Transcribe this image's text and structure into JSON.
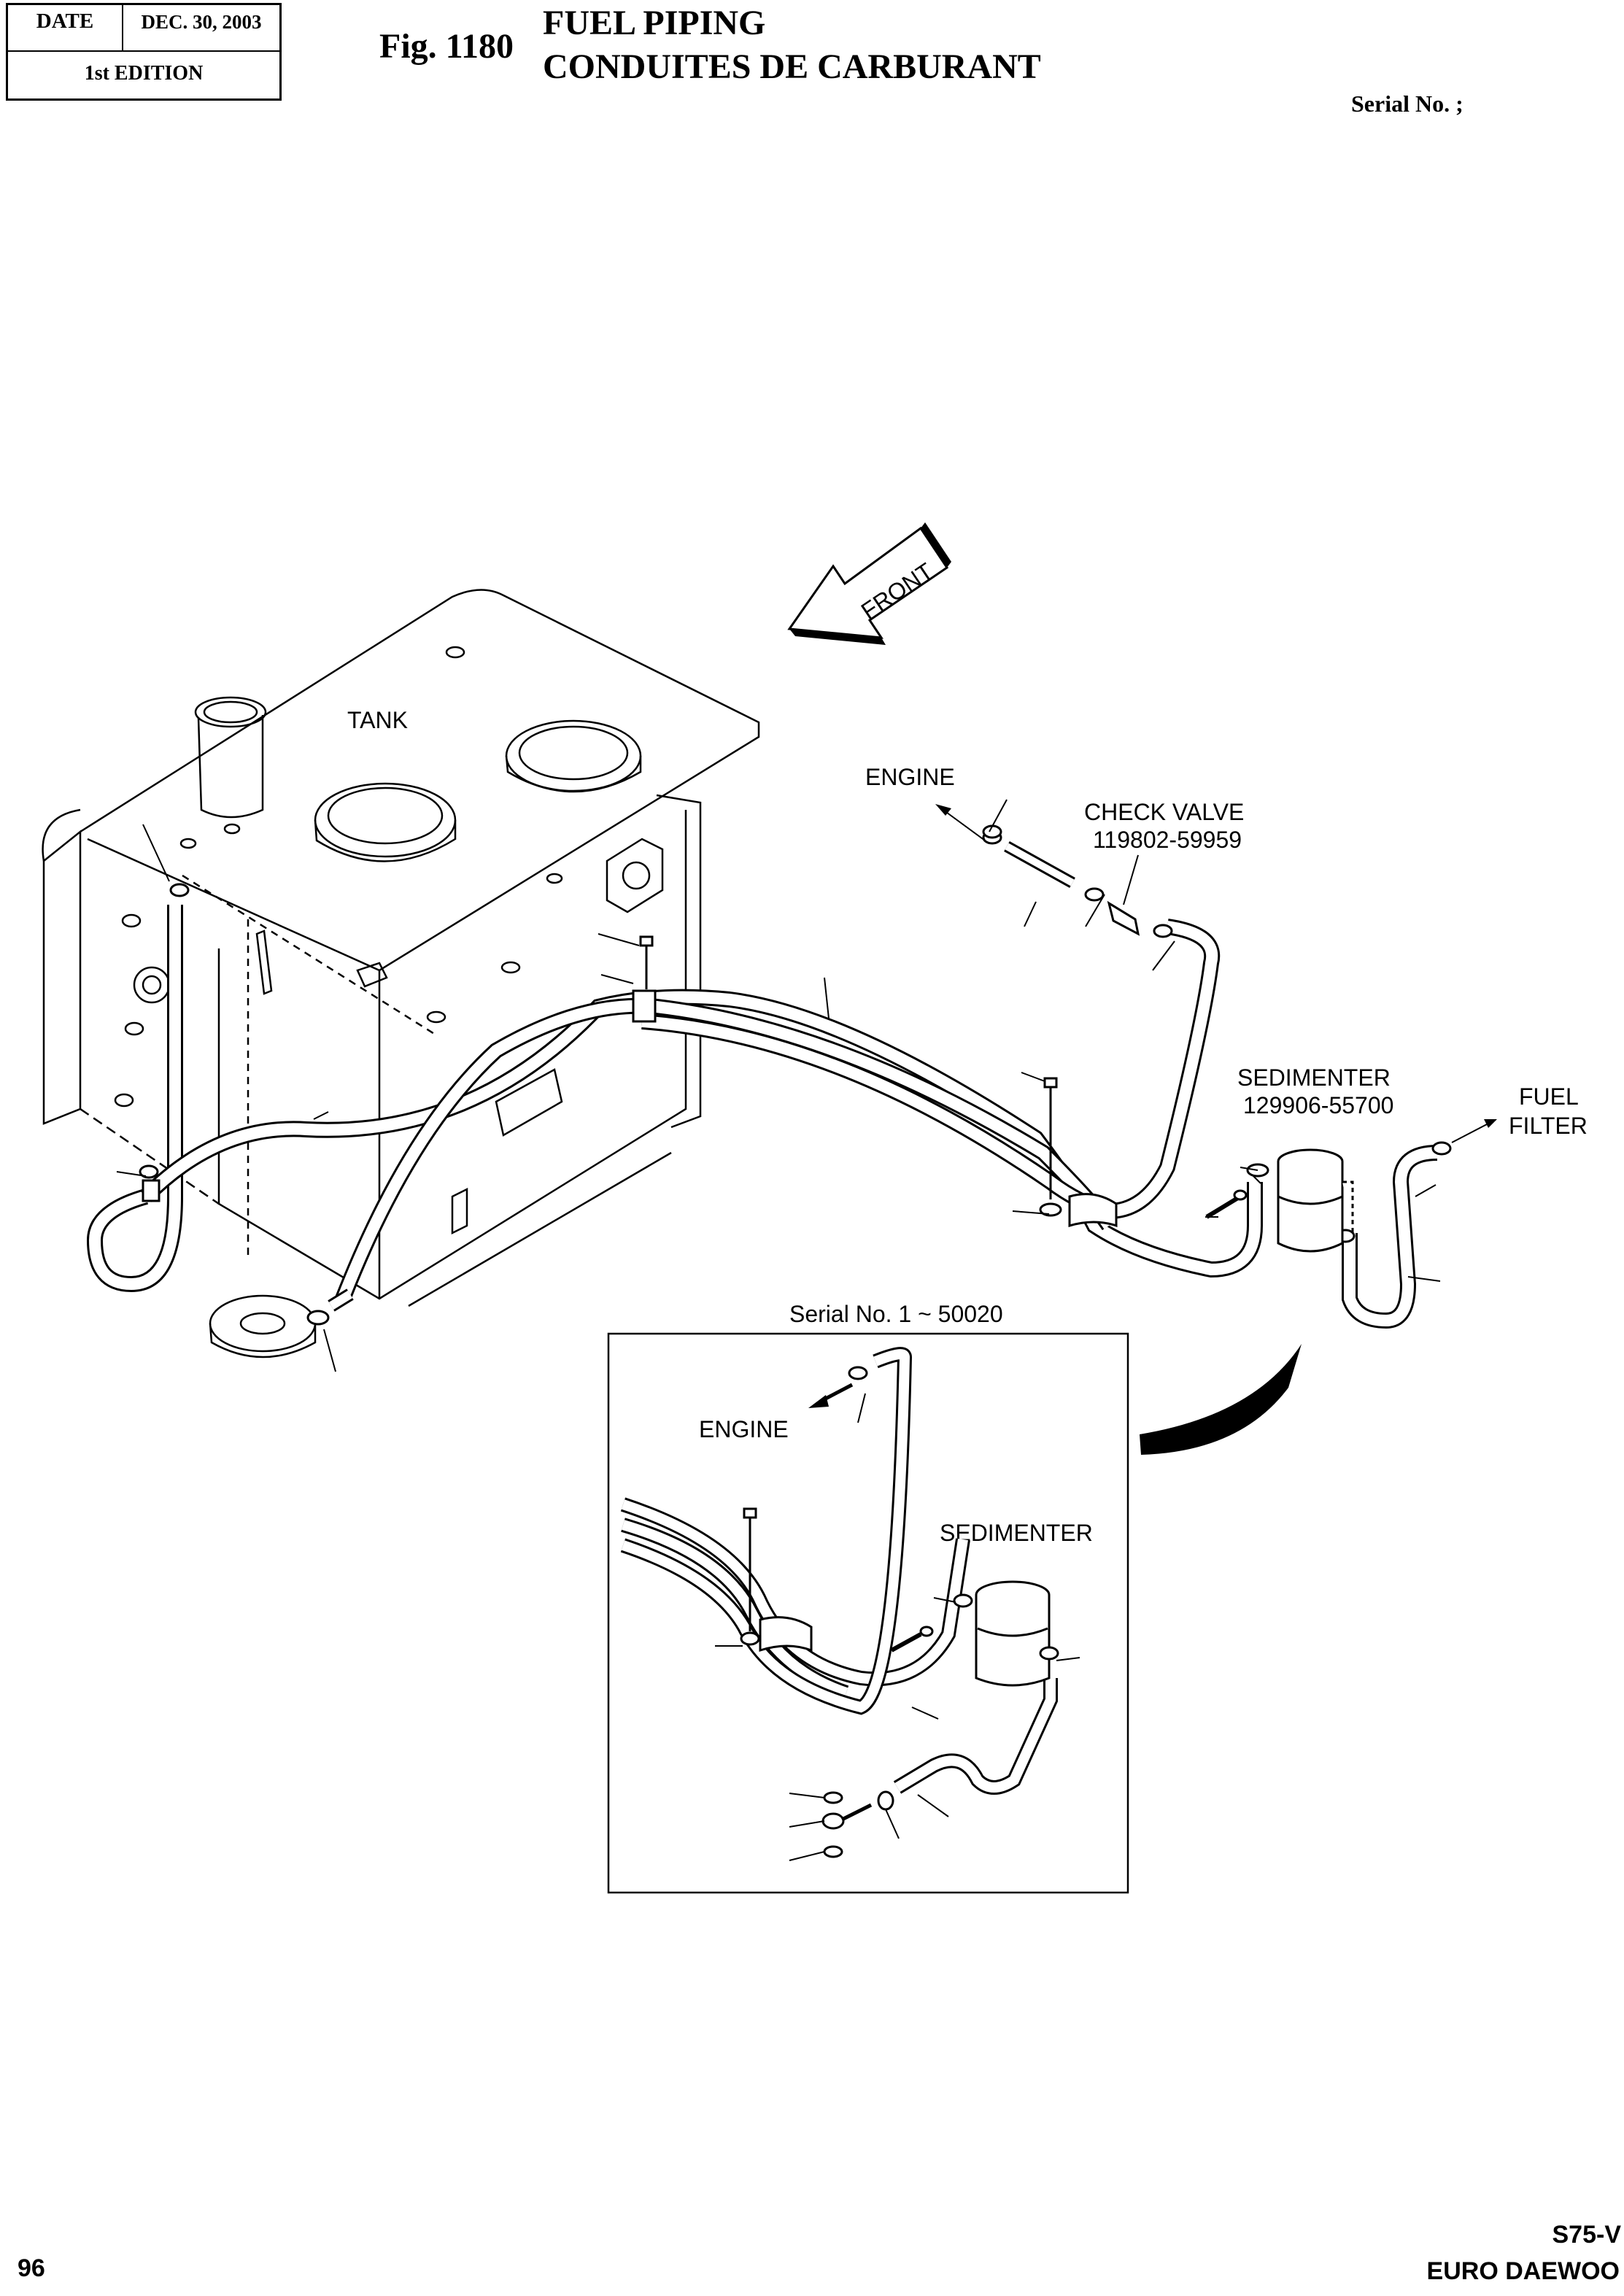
{
  "header": {
    "date_label": "DATE",
    "date_value": "DEC. 30, 2003",
    "edition": "1st EDITION",
    "figure": "Fig. 1180",
    "title_en": "FUEL PIPING",
    "title_fr": "CONDUITES DE CARBURANT",
    "serial": "Serial No. ;"
  },
  "diagram": {
    "front": "FRONT",
    "tank": "TANK",
    "engine": "ENGINE",
    "check_valve": "CHECK VALVE",
    "check_valve_part": "119802-59959",
    "sedimenter": "SEDIMENTER",
    "sedimenter_part": "129906-55700",
    "fuel": "FUEL",
    "filter": "FILTER"
  },
  "inset": {
    "title": "Serial No. 1 ~ 50020",
    "engine": "ENGINE",
    "sedimenter": "SEDIMENTER"
  },
  "footer": {
    "page_number": "96",
    "model": "S75-V",
    "brand": "EURO DAEWOO"
  }
}
